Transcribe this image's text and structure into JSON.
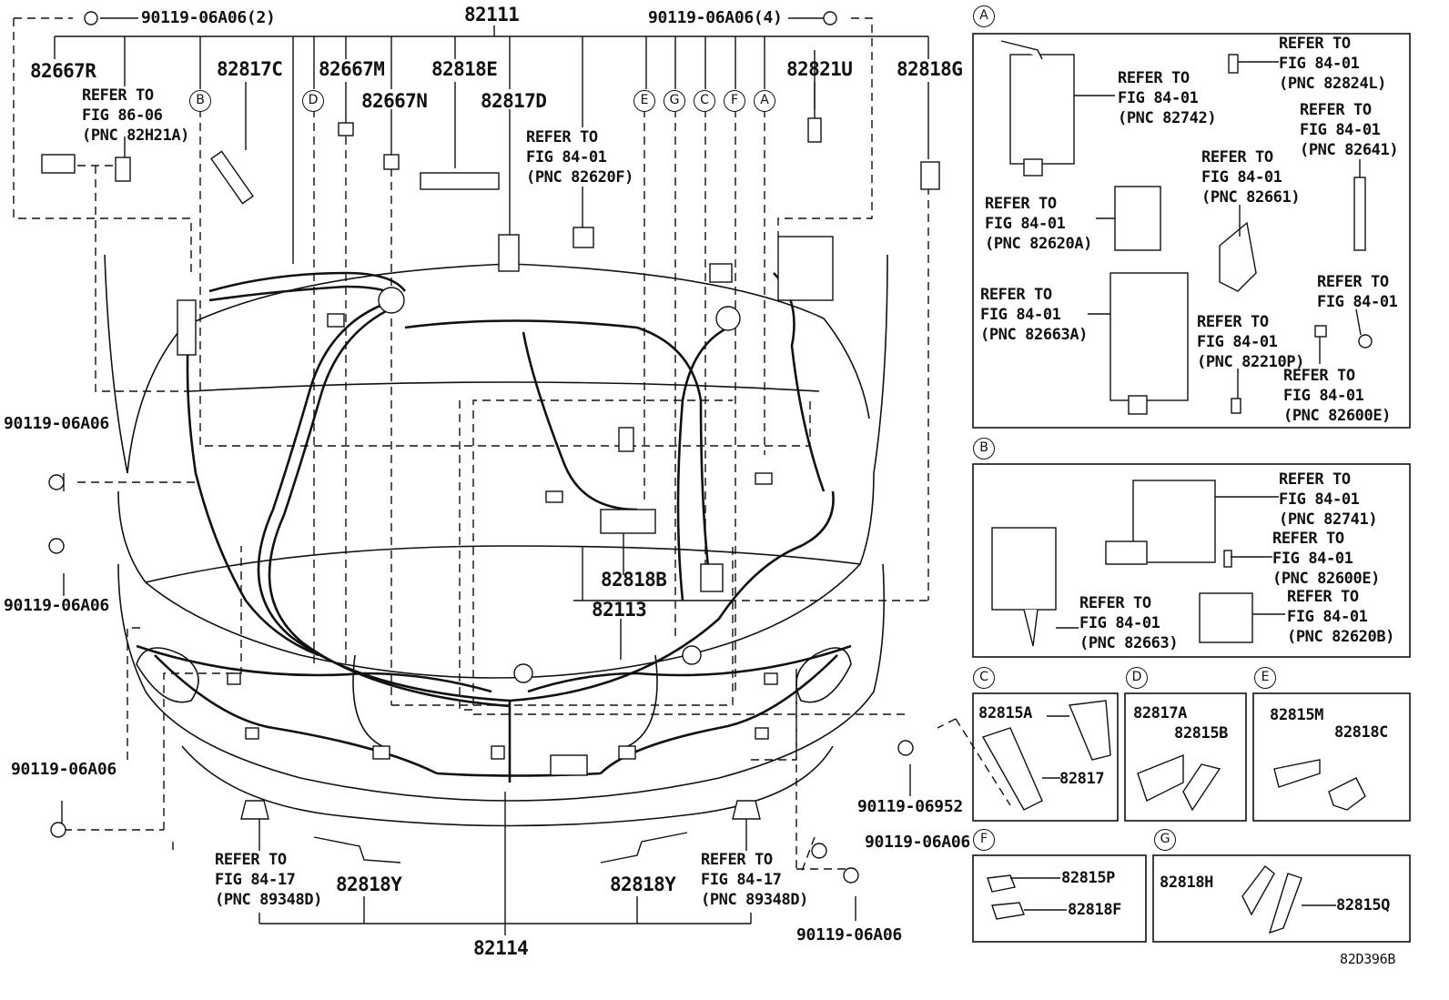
{
  "main": {
    "top_part": "82111",
    "bolt_2": "90119-06A06(2)",
    "bolt_4": "90119-06A06(4)",
    "p82667R": "82667R",
    "p82817C": "82817C",
    "p82667M": "82667M",
    "p82818E": "82818E",
    "p82821U": "82821U",
    "p82818G": "82818G",
    "p82667N": "82667N",
    "p82817D": "82817D",
    "p82818B": "82818B",
    "p82113": "82113",
    "p82818Y_left": "82818Y",
    "p82818Y_right": "82818Y",
    "p82114": "82114",
    "bolt_left_1": "90119-06A06",
    "bolt_left_2": "90119-06A06",
    "bolt_left_3": "90119-06A06",
    "bolt_right_1": "90119-06952",
    "bolt_right_2": "90119-06A06",
    "bolt_right_3": "90119-06A06",
    "ref_82H21A": "REFER TO\nFIG 86-06\n(PNC 82H21A)",
    "ref_82620F": "REFER TO\nFIG 84-01\n(PNC 82620F)",
    "ref_89348D_left": "REFER TO\nFIG 84-17\n(PNC 89348D)",
    "ref_89348D_right": "REFER TO\nFIG 84-17\n(PNC 89348D)",
    "diagram_code": "82D396B"
  },
  "circles": [
    "A",
    "B",
    "C",
    "D",
    "E",
    "F",
    "G"
  ],
  "panel_a": {
    "ref_82742": "REFER TO\nFIG 84-01\n(PNC 82742)",
    "ref_82824L": "REFER TO\nFIG 84-01\n(PNC 82824L)",
    "ref_82641": "REFER TO\nFIG 84-01\n(PNC 82641)",
    "ref_82661": "REFER TO\nFIG 84-01\n(PNC 82661)",
    "ref_82620A": "REFER TO\nFIG 84-01\n(PNC 82620A)",
    "ref_82663A": "REFER TO\nFIG 84-01\n(PNC 82663A)",
    "ref_82210P": "REFER TO\nFIG 84-01\n(PNC 82210P)",
    "ref_fig8401": "REFER TO\nFIG 84-01",
    "ref_82600E": "REFER TO\nFIG 84-01\n(PNC 82600E)"
  },
  "panel_b": {
    "ref_82741": "REFER TO\nFIG 84-01\n(PNC 82741)",
    "ref_82600E": "REFER TO\nFIG 84-01\n(PNC 82600E)",
    "ref_82663": "REFER TO\nFIG 84-01\n(PNC 82663)",
    "ref_82620B": "REFER TO\nFIG 84-01\n(PNC 82620B)"
  },
  "panel_c": {
    "p1": "82815A",
    "p2": "82817"
  },
  "panel_d": {
    "p1": "82817A",
    "p2": "82815B"
  },
  "panel_e": {
    "p1": "82815M",
    "p2": "82818C"
  },
  "panel_f": {
    "p1": "82815P",
    "p2": "82818F"
  },
  "panel_g": {
    "p1": "82818H",
    "p2": "82815Q"
  }
}
